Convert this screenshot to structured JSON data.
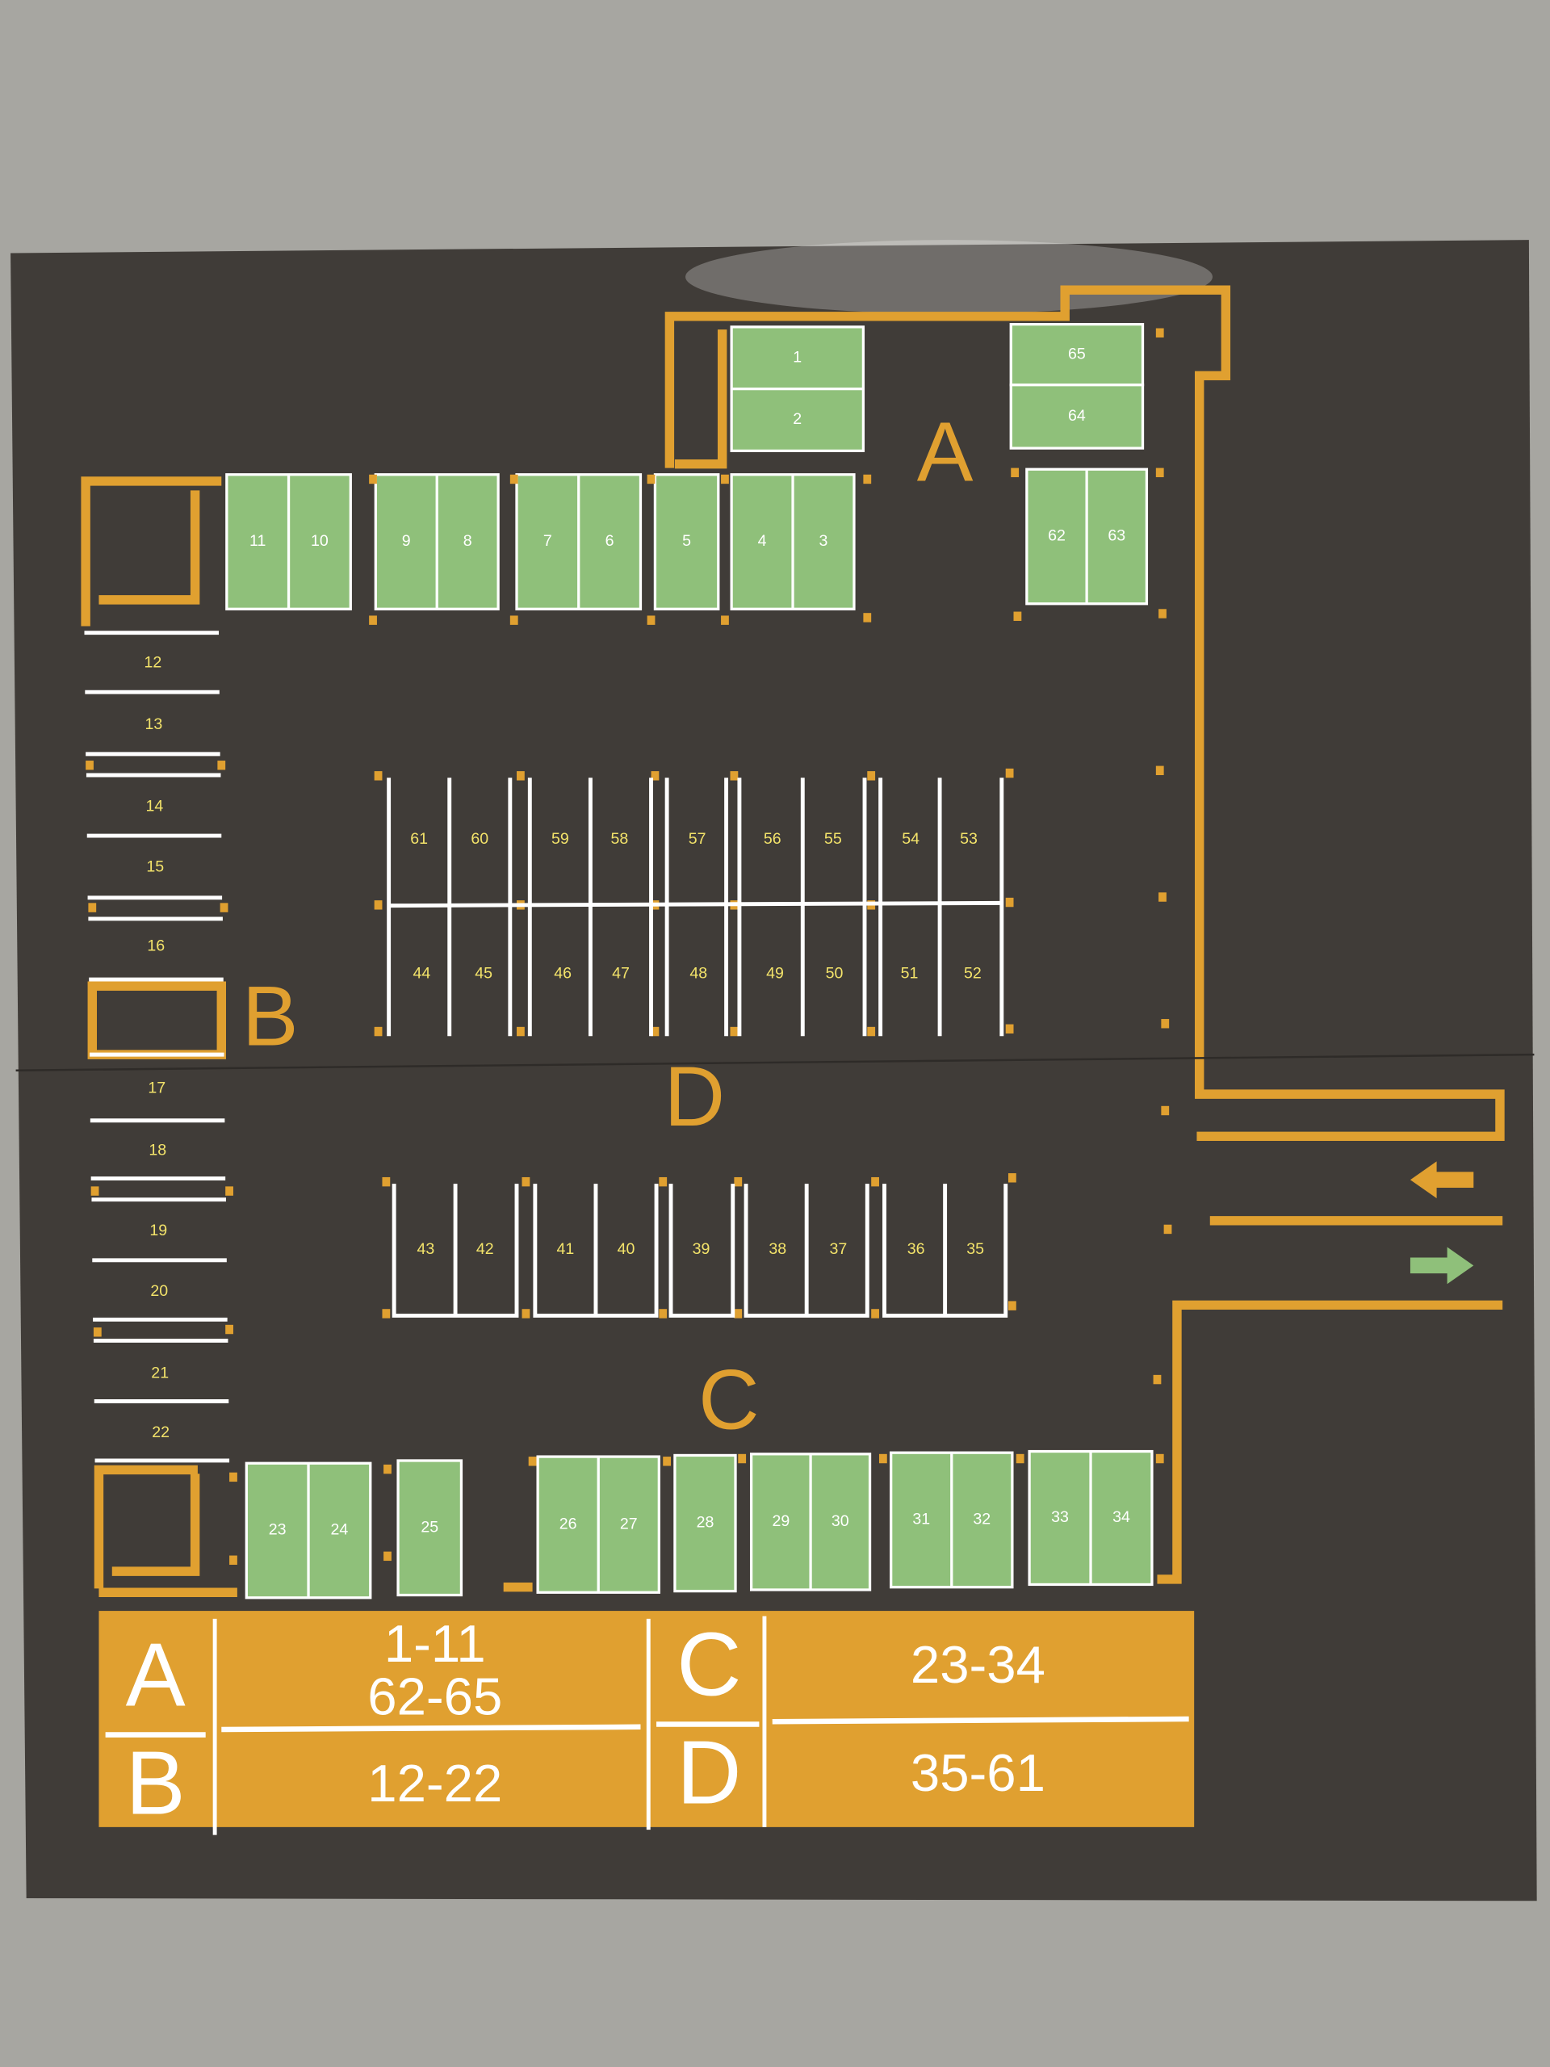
{
  "zones": {
    "a": "A",
    "b": "B",
    "c": "C",
    "d": "D"
  },
  "legend": {
    "a": {
      "zone": "A",
      "ranges": [
        "1-11",
        "62-65"
      ]
    },
    "b": {
      "zone": "B",
      "ranges": [
        "12-22"
      ]
    },
    "c": {
      "zone": "C",
      "ranges": [
        "23-34"
      ]
    },
    "d": {
      "zone": "D",
      "ranges": [
        "35-61"
      ]
    }
  },
  "spaces": {
    "zone_a": [
      "1",
      "2",
      "65",
      "64",
      "11",
      "10",
      "9",
      "8",
      "7",
      "6",
      "5",
      "4",
      "3",
      "62",
      "63"
    ],
    "zone_b": [
      "12",
      "13",
      "14",
      "15",
      "16",
      "17",
      "18",
      "19",
      "20",
      "21",
      "22"
    ],
    "zone_c": [
      "23",
      "24",
      "25",
      "26",
      "27",
      "28",
      "29",
      "30",
      "31",
      "32",
      "33",
      "34"
    ],
    "zone_d_upper": [
      "61",
      "60",
      "59",
      "58",
      "57",
      "56",
      "55",
      "54",
      "53"
    ],
    "zone_d_middle": [
      "44",
      "45",
      "46",
      "47",
      "48",
      "49",
      "50",
      "51",
      "52"
    ],
    "zone_d_lower": [
      "43",
      "42",
      "41",
      "40",
      "39",
      "38",
      "37",
      "36",
      "35"
    ]
  },
  "icons": {
    "exit": "arrow-left-icon",
    "entry": "arrow-right-icon"
  },
  "colors": {
    "board": "#403c38",
    "route": "#e0a030",
    "space_fill": "#8fc07a",
    "line": "#ffffff",
    "number": "#f3e36a",
    "wall": "#a7a6a1"
  }
}
